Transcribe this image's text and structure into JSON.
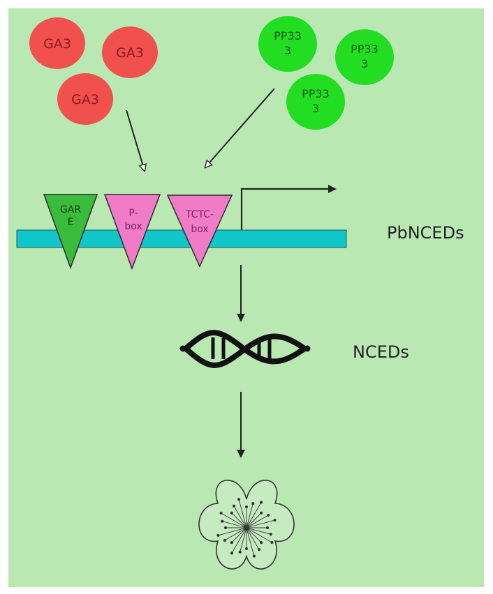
{
  "colors": {
    "background": "#b9e8b3",
    "ga3_fill": "#f0504e",
    "ga3_text": "#8a1d1a",
    "pp333_fill": "#22dd22",
    "pp333_text": "#0a5a0a",
    "promoter_bar": "#10c6c9",
    "gare_fill": "#3bbb3b",
    "box_fill": "#f07bc6",
    "line": "#222222"
  },
  "hormones": {
    "ga3_labels": [
      "GA3",
      "GA3",
      "GA3"
    ],
    "pp333_labels": [
      {
        "line1": "PP33",
        "line2": "3"
      },
      {
        "line1": "PP33",
        "line2": "3"
      },
      {
        "line1": "PP33",
        "line2": "3"
      }
    ]
  },
  "elements": {
    "gare": {
      "line1": "GAR",
      "line2": "E"
    },
    "pbox": {
      "line1": "P-",
      "line2": "box"
    },
    "tctc": {
      "line1": "TCTC-",
      "line2": "box"
    }
  },
  "labels": {
    "gene": "PbNCEDs",
    "product": "NCEDs"
  },
  "icons": {
    "dna": "dna-helix-icon",
    "flower": "flower-icon"
  }
}
